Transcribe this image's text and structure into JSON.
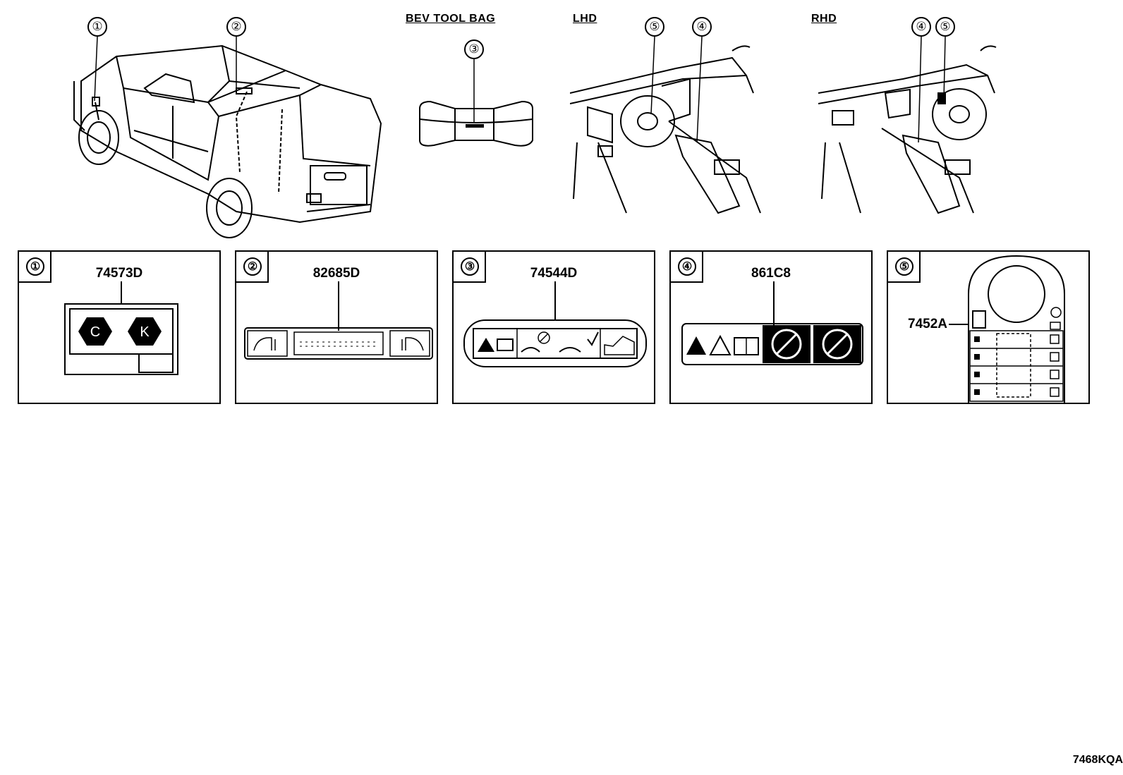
{
  "headers": {
    "bev_tool_bag": "BEV TOOL BAG",
    "lhd": "LHD",
    "rhd": "RHD"
  },
  "callouts": {
    "c1": "①",
    "c2": "②",
    "c3": "③",
    "lhd_5": "⑤",
    "lhd_4": "④",
    "rhd_4": "④",
    "rhd_5": "⑤"
  },
  "panels": [
    {
      "num": "①",
      "code": "74573D"
    },
    {
      "num": "②",
      "code": "82685D"
    },
    {
      "num": "③",
      "code": "74544D"
    },
    {
      "num": "④",
      "code": "861C8"
    },
    {
      "num": "⑤",
      "code": "7452A"
    }
  ],
  "label1": {
    "left": "C",
    "right": "K"
  },
  "footer": "7468KQA"
}
